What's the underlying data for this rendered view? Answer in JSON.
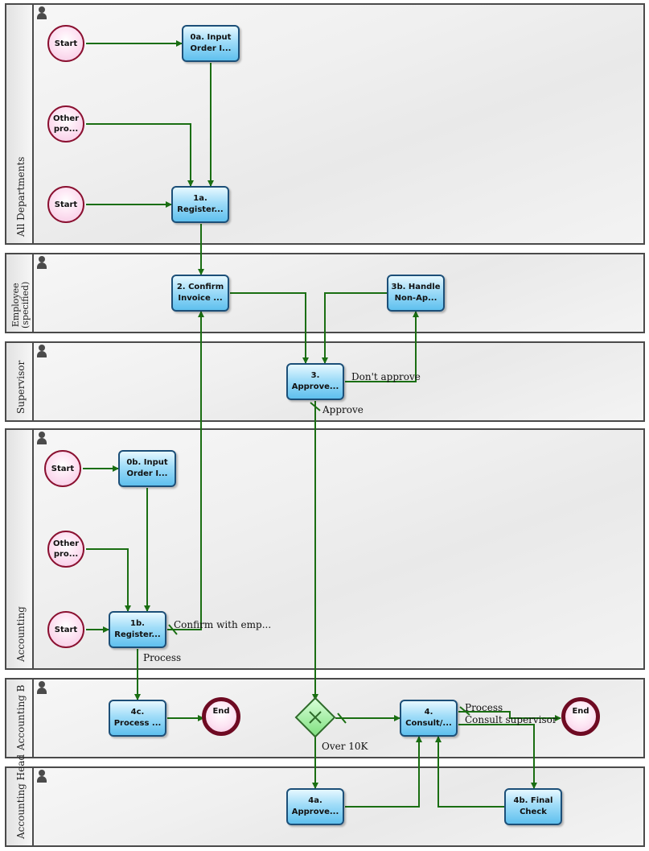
{
  "lanes": [
    {
      "id": "all-departments",
      "label": "All Departments"
    },
    {
      "id": "employee",
      "label_line1": "Employee",
      "label_line2": "(specified)"
    },
    {
      "id": "supervisor",
      "label": "Supervisor"
    },
    {
      "id": "accounting",
      "label": "Accounting"
    },
    {
      "id": "accounting-b",
      "label": "Accounting B"
    },
    {
      "id": "accounting-head",
      "label": "Accounting Head"
    }
  ],
  "events": {
    "start_all_1": "Start",
    "other_all": "Other\npro...",
    "start_all_2": "Start",
    "start_acc_1": "Start",
    "other_acc": "Other\npro...",
    "start_acc_2": "Start",
    "end_acc_b_1": "End",
    "end_acc_b_2": "End"
  },
  "tasks": {
    "t0a": "0a. Input\nOrder I...",
    "t1a": "1a.\nRegister...",
    "t2": "2. Confirm\nInvoice ...",
    "t3b": "3b. Handle\nNon-Ap...",
    "t3": "3.\nApprove...",
    "t0b": "0b. Input\nOrder I...",
    "t1b": "1b.\nRegister...",
    "t4c": "4c.\nProcess ...",
    "t4": "4.\nConsult/...",
    "t4a": "4a.\nApprove...",
    "t4b": "4b. Final\nCheck"
  },
  "flow_labels": {
    "dont_approve": "Don't approve",
    "approve": "Approve",
    "confirm_with_emp": "Confirm with emp...",
    "process_1b": "Process",
    "over_10k": "Over 10K",
    "process_4": "Process",
    "consult_supervisor": "Consult supervisor"
  },
  "colors": {
    "flow": "#1a6e12",
    "task_border": "#1c4f78",
    "event_border": "#8a1030",
    "gateway": "#7fe07f"
  }
}
